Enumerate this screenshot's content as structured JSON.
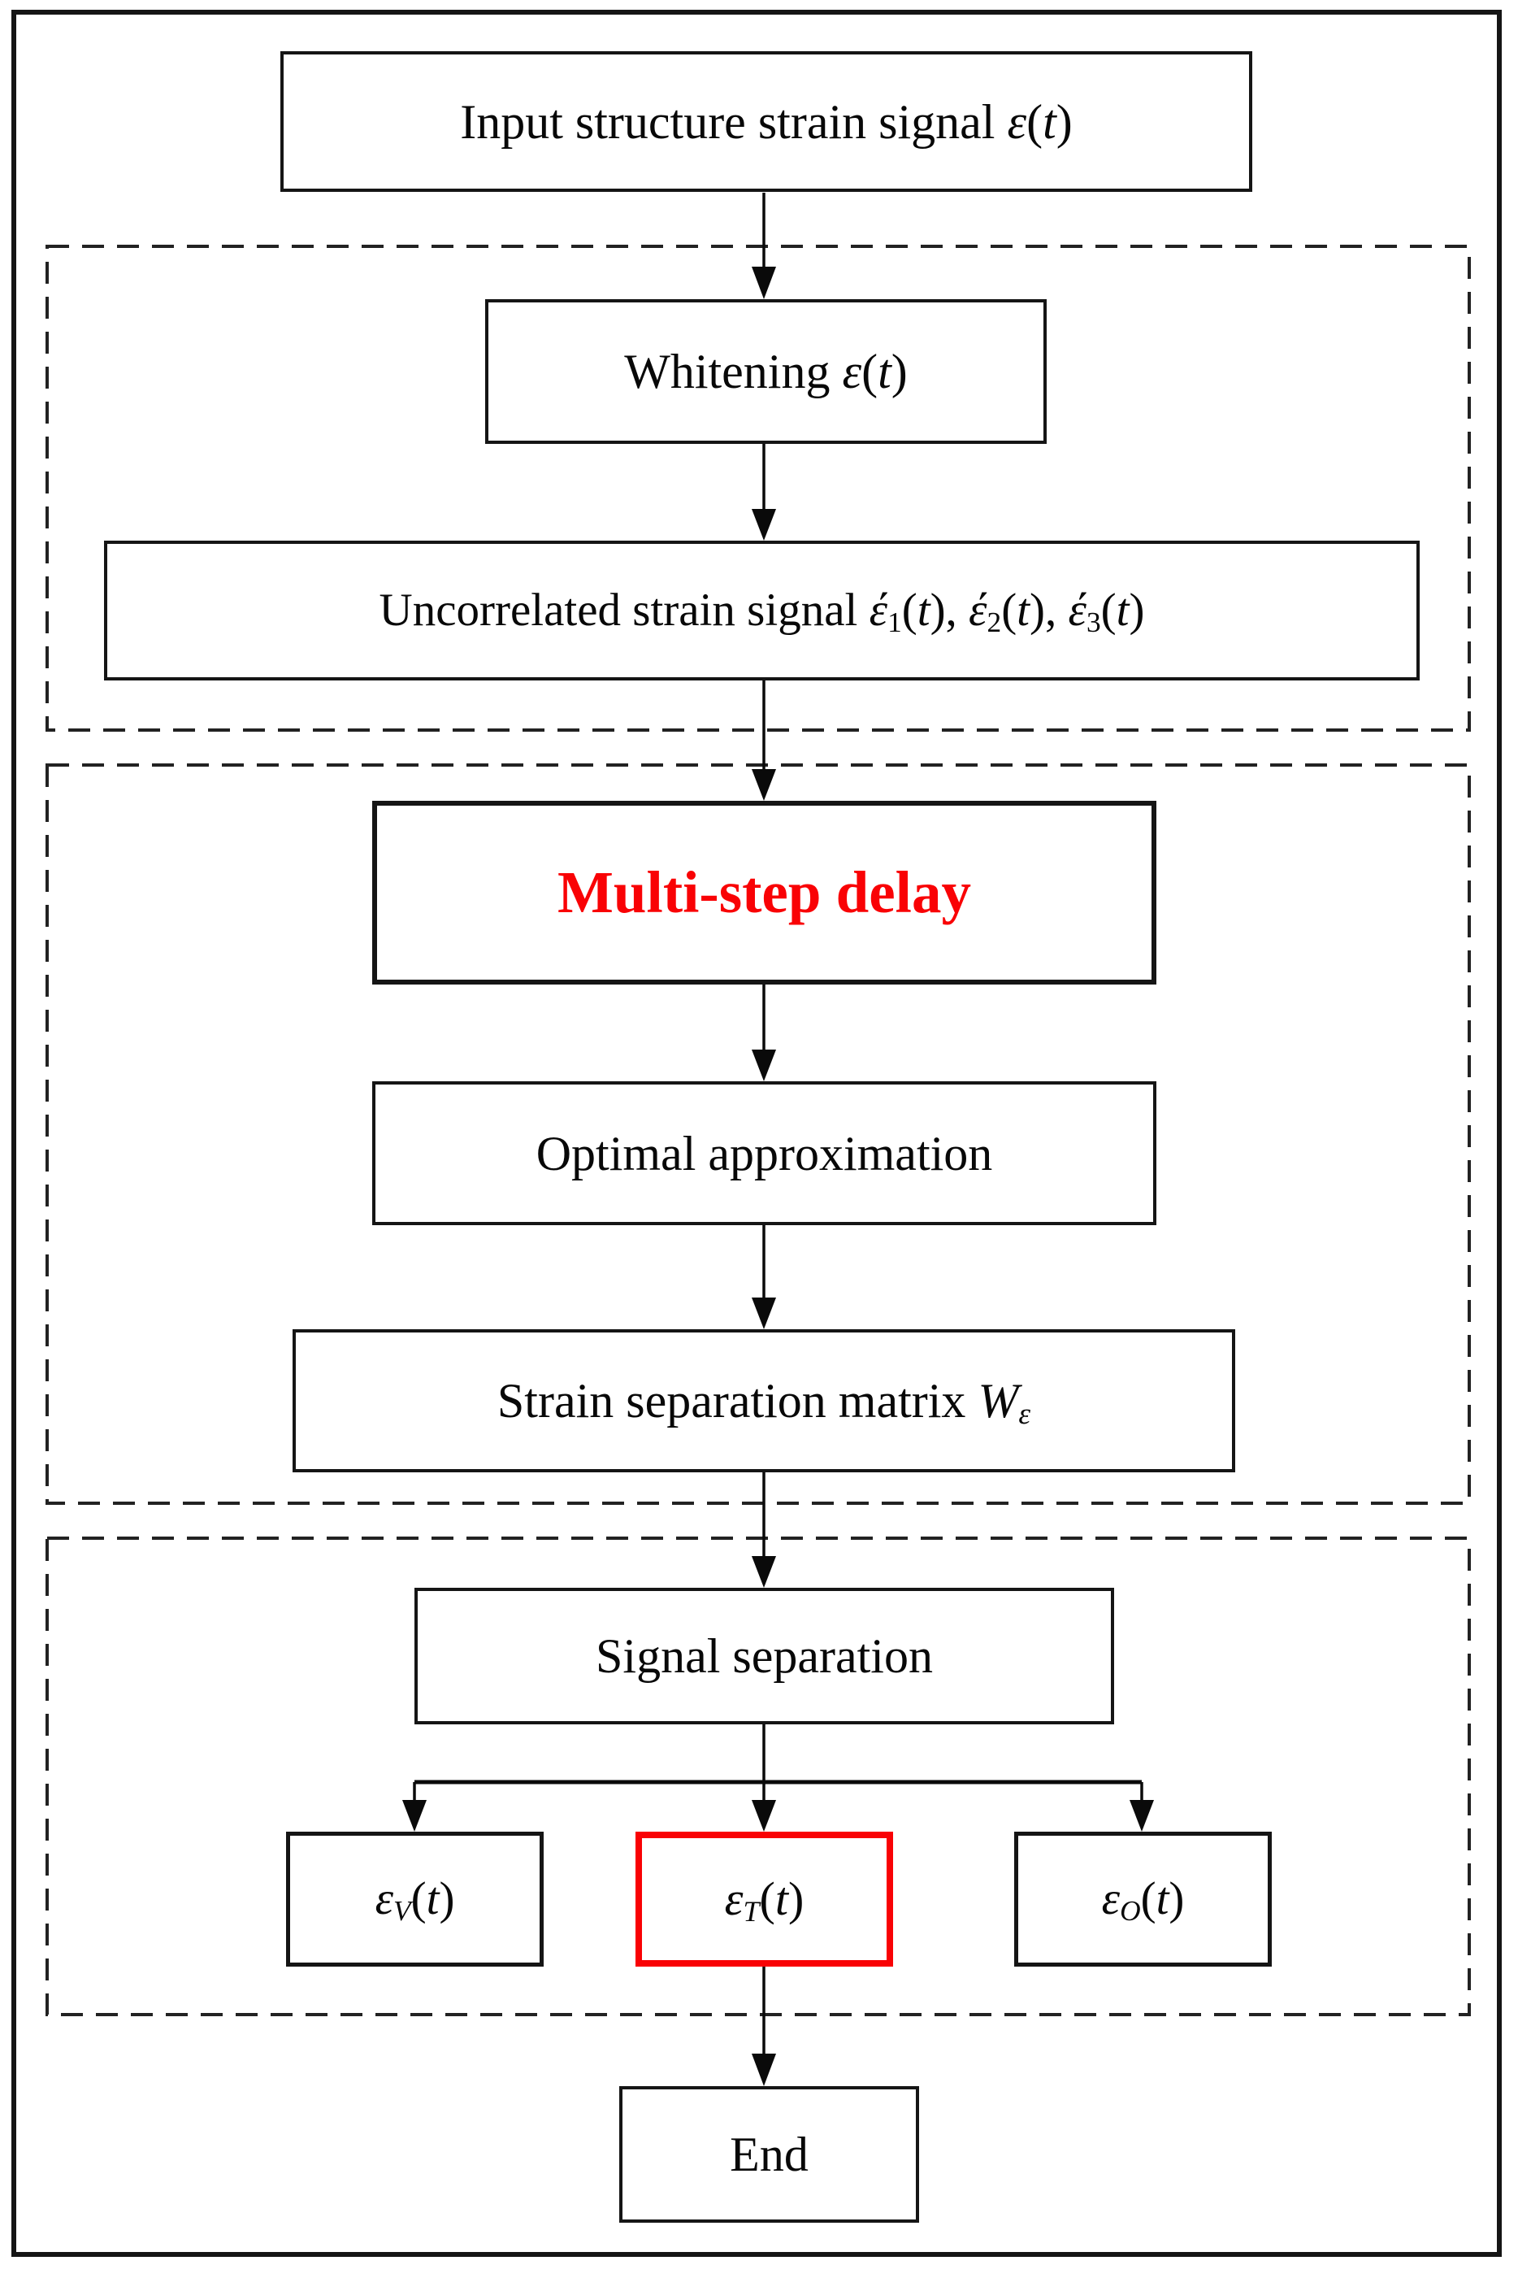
{
  "figure": {
    "type": "flowchart",
    "colors": {
      "accent_red": "#f90205",
      "line_black": "#151515",
      "background": "#ffffff"
    },
    "nodes": {
      "input": {
        "label": "Input structure strain signal ε(t)",
        "segments": [
          {
            "t": "Input structure strain signal "
          },
          {
            "t": "ε",
            "s": "i"
          },
          {
            "t": "("
          },
          {
            "t": "t",
            "s": "i"
          },
          {
            "t": ")"
          }
        ]
      },
      "whitening": {
        "label": "Whitening ε(t)",
        "segments": [
          {
            "t": "Whitening "
          },
          {
            "t": "ε",
            "s": "i"
          },
          {
            "t": "("
          },
          {
            "t": "t",
            "s": "i"
          },
          {
            "t": ")"
          }
        ]
      },
      "uncorrelated": {
        "label": "Uncorrelated strain signal έ1(t), έ2(t), έ3(t)",
        "segments": [
          {
            "t": "Uncorrelated strain signal "
          },
          {
            "t": "έ",
            "s": "i"
          },
          {
            "t": "1",
            "s": "sub"
          },
          {
            "t": "("
          },
          {
            "t": "t",
            "s": "i"
          },
          {
            "t": "), "
          },
          {
            "t": "έ",
            "s": "i"
          },
          {
            "t": "2",
            "s": "sub"
          },
          {
            "t": "("
          },
          {
            "t": "t",
            "s": "i"
          },
          {
            "t": "), "
          },
          {
            "t": "έ",
            "s": "i"
          },
          {
            "t": "3",
            "s": "sub"
          },
          {
            "t": "("
          },
          {
            "t": "t",
            "s": "i"
          },
          {
            "t": ")"
          }
        ]
      },
      "multistep": {
        "label": "Multi-step delay",
        "emphasis": "red-bold-text",
        "segments": [
          {
            "t": "Multi-step delay"
          }
        ]
      },
      "optimal": {
        "label": "Optimal approximation",
        "segments": [
          {
            "t": "Optimal approximation"
          }
        ]
      },
      "strain_matrix": {
        "label": "Strain separation matrix Wε",
        "segments": [
          {
            "t": "Strain separation matrix "
          },
          {
            "t": "W",
            "s": "i"
          },
          {
            "t": "ε",
            "s": "sub i"
          }
        ]
      },
      "signal_separation": {
        "label": "Signal separation",
        "segments": [
          {
            "t": "Signal separation"
          }
        ]
      },
      "eps_v": {
        "label": "εV(t)",
        "segments": [
          {
            "t": "ε",
            "s": "i"
          },
          {
            "t": "V",
            "s": "sub i"
          },
          {
            "t": "("
          },
          {
            "t": "t",
            "s": "i"
          },
          {
            "t": ")"
          }
        ]
      },
      "eps_t": {
        "label": "εT(t)",
        "emphasis": "red-border",
        "segments": [
          {
            "t": "ε",
            "s": "i"
          },
          {
            "t": "T",
            "s": "sub i"
          },
          {
            "t": "("
          },
          {
            "t": "t",
            "s": "i"
          },
          {
            "t": ")"
          }
        ]
      },
      "eps_o": {
        "label": "εO(t)",
        "segments": [
          {
            "t": "ε",
            "s": "i"
          },
          {
            "t": "O",
            "s": "sub i"
          },
          {
            "t": "("
          },
          {
            "t": "t",
            "s": "i"
          },
          {
            "t": ")"
          }
        ]
      },
      "end": {
        "label": "End",
        "segments": [
          {
            "t": "End"
          }
        ]
      }
    },
    "edges": [
      {
        "from": "input",
        "to": "whitening"
      },
      {
        "from": "whitening",
        "to": "uncorrelated"
      },
      {
        "from": "uncorrelated",
        "to": "multistep"
      },
      {
        "from": "multistep",
        "to": "optimal"
      },
      {
        "from": "optimal",
        "to": "strain_matrix"
      },
      {
        "from": "strain_matrix",
        "to": "signal_separation"
      },
      {
        "from": "signal_separation",
        "to": "eps_v"
      },
      {
        "from": "signal_separation",
        "to": "eps_t"
      },
      {
        "from": "signal_separation",
        "to": "eps_o"
      },
      {
        "from": "eps_t",
        "to": "end"
      }
    ],
    "groups": [
      {
        "id": "stage-1-whitening",
        "style": "dashed",
        "contains": [
          "whitening",
          "uncorrelated"
        ]
      },
      {
        "id": "stage-2-separation-matrix",
        "style": "dashed",
        "contains": [
          "multistep",
          "optimal",
          "strain_matrix"
        ]
      },
      {
        "id": "stage-3-signal-separation",
        "style": "dashed",
        "contains": [
          "signal_separation",
          "eps_v",
          "eps_t",
          "eps_o"
        ]
      }
    ]
  }
}
